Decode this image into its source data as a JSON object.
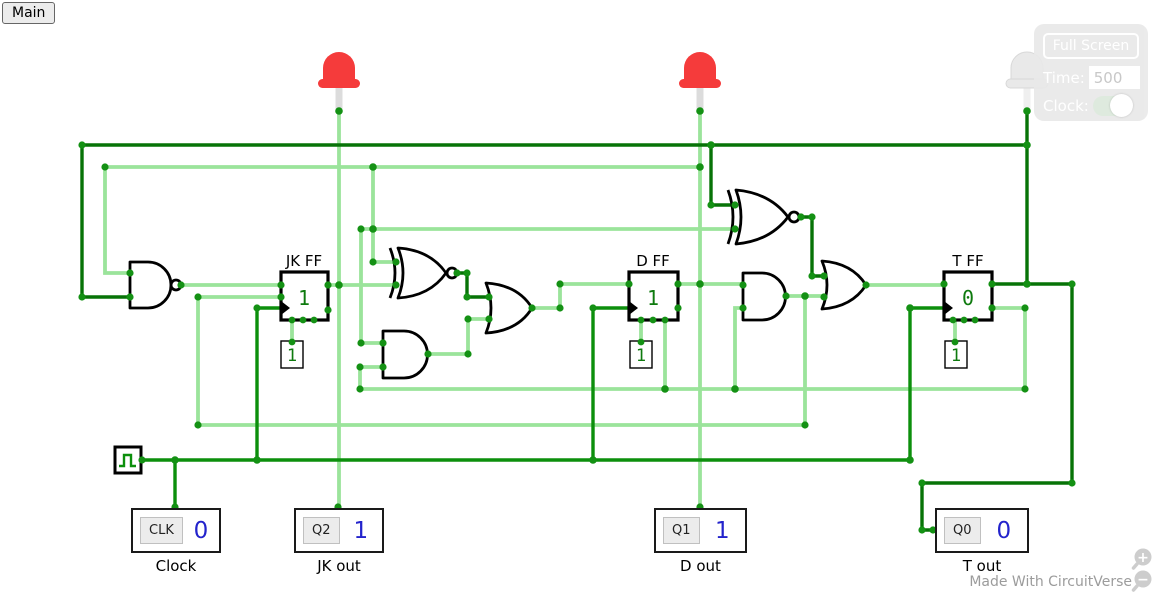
{
  "tab": {
    "label": "Main"
  },
  "panel": {
    "full_screen": "Full Screen",
    "time_label": "Time:",
    "time_value": "500",
    "clock_label": "Clock:",
    "clock_toggle_on": true
  },
  "circuit": {
    "flipflops": [
      {
        "label": "JK FF",
        "value": "1",
        "constant": "1"
      },
      {
        "label": "D FF",
        "value": "1",
        "constant": "1"
      },
      {
        "label": "T FF",
        "value": "0",
        "constant": "1"
      }
    ],
    "gates": [
      "nand",
      "xnor",
      "and",
      "or",
      "xnor",
      "and",
      "or"
    ],
    "leds": [
      {
        "name": "led-jk-output",
        "state": "on"
      },
      {
        "name": "led-d-output",
        "state": "on"
      },
      {
        "name": "led-t-output",
        "state": "off"
      }
    ]
  },
  "outputs": [
    {
      "chip": "CLK",
      "value": "0",
      "label": "Clock"
    },
    {
      "chip": "Q2",
      "value": "1",
      "label": "JK out"
    },
    {
      "chip": "Q1",
      "value": "1",
      "label": "D out"
    },
    {
      "chip": "Q0",
      "value": "0",
      "label": "T out"
    }
  ],
  "zoom_controls": {
    "zoom_in": "+",
    "zoom_out": "−"
  },
  "footer": {
    "credit": "Made With CircuitVerse"
  },
  "colors": {
    "wire_on": "#9BE49B",
    "wire_off": "#077307",
    "wire_clock": "#0C8F0C",
    "node_dot": "#149114",
    "led_on": "#F53B3B",
    "led_off": "#E9E9E9",
    "value_blue": "#2323CC",
    "value_green": "#0E7A0E"
  }
}
